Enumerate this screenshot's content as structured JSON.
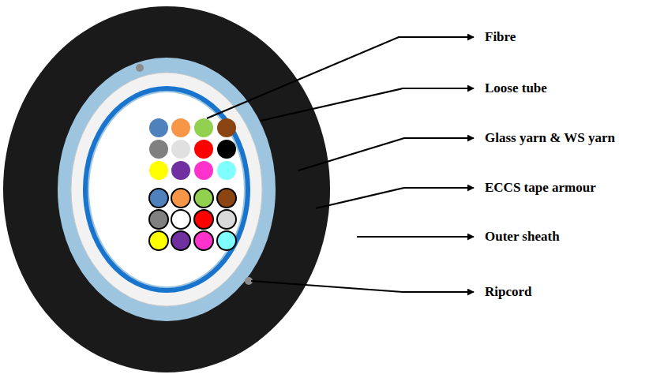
{
  "diagram": {
    "labels": [
      "Fibre",
      "Loose tube",
      "Glass yarn & WS yarn",
      "ECCS tape armour",
      "Outer sheath",
      "Ripcord"
    ]
  }
}
